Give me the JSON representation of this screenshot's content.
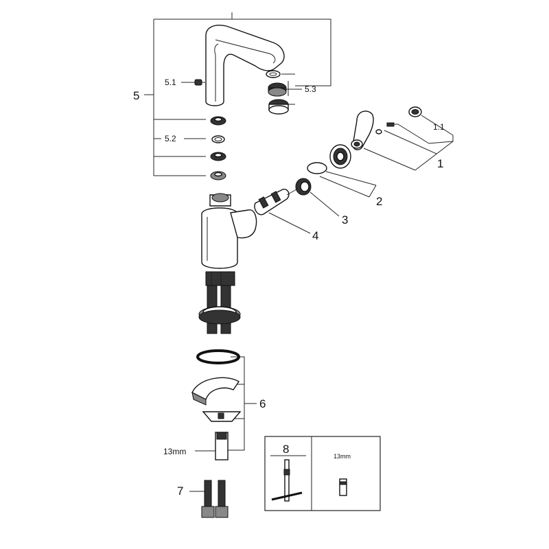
{
  "callouts": {
    "c1": "1",
    "c1_1": "1.1",
    "c2": "2",
    "c3": "3",
    "c4": "4",
    "c5": "5",
    "c5_1": "5.1",
    "c5_2": "5.2",
    "c5_3": "5.3",
    "c6": "6",
    "c7": "7",
    "c8": "8",
    "dim_13mm": "13mm",
    "inset_13mm": "13mm"
  },
  "icons": [
    "spout-icon",
    "lever-handle-icon",
    "cartridge-icon",
    "faucet-body-icon",
    "flexible-hose-icon",
    "allen-key-icon",
    "hex-adapter-icon"
  ],
  "colors": {
    "line": "#111111",
    "background": "#ffffff"
  }
}
